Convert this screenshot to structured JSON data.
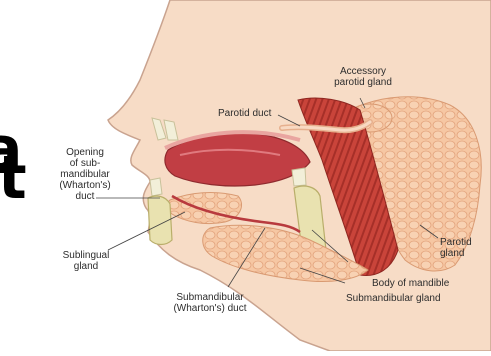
{
  "labels": {
    "accessory_parotid": [
      "Accessory",
      "parotid gland"
    ],
    "parotid_duct": "Parotid duct",
    "opening": [
      "Opening",
      "of sub-",
      "mandibular",
      "(Wharton's)",
      "duct"
    ],
    "sublingual": [
      "Sublingual",
      "gland"
    ],
    "parotid_gland": [
      "Parotid",
      "gland"
    ],
    "body_mandible": "Body of mandible",
    "submandibular_gland": "Submandibular gland",
    "submandibular_duct": [
      "Submandibular",
      "(Wharton's) duct"
    ]
  },
  "overlay_text": {
    "left_fragment": "a",
    "right_fragment": "t"
  },
  "colors": {
    "skin": "#f7dcc6",
    "skin_outline": "#c9a38f",
    "gland": "#f6c7a3",
    "gland_dark": "#e8a97e",
    "muscle": "#c9443a",
    "muscle_dark": "#9e2a24",
    "tongue": "#c13e44",
    "bone": "#e9e2b0",
    "tooth": "#f2efd9"
  }
}
